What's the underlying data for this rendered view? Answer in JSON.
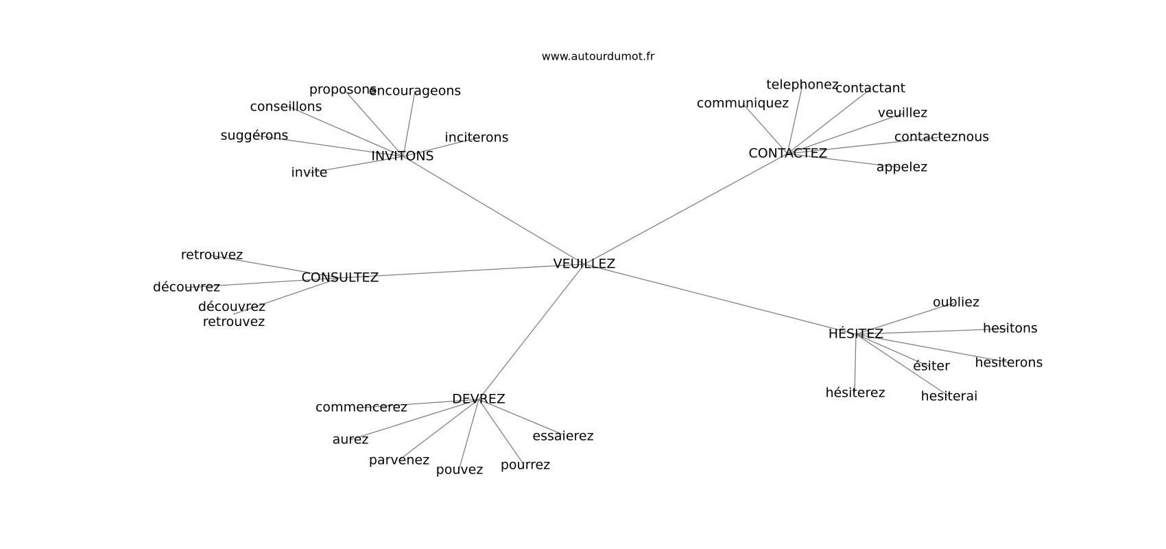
{
  "site": "www.autourdumot.fr",
  "graph": {
    "root": "VEUILLEZ",
    "clusters": [
      {
        "hub": "INVITONS",
        "leaves": [
          "proposons",
          "encourageons",
          "conseillons",
          "suggérons",
          "inciterons",
          "invite"
        ]
      },
      {
        "hub": "CONTACTEZ",
        "leaves": [
          "telephonez",
          "contactant",
          "communiquez",
          "veuillez",
          "contacteznous",
          "appelez"
        ]
      },
      {
        "hub": "CONSULTEZ",
        "leaves": [
          "retrouvez",
          "découvrez",
          "découvrez retrouvez"
        ]
      },
      {
        "hub": "HÉSITEZ",
        "leaves": [
          "oubliez",
          "hesitons",
          "hesiterons",
          "ésiter",
          "hésiterez",
          "hesiterai"
        ]
      },
      {
        "hub": "DEVREZ",
        "leaves": [
          "commencerez",
          "aurez",
          "parvenez",
          "pouvez",
          "pourrez",
          "essaierez"
        ]
      }
    ]
  }
}
